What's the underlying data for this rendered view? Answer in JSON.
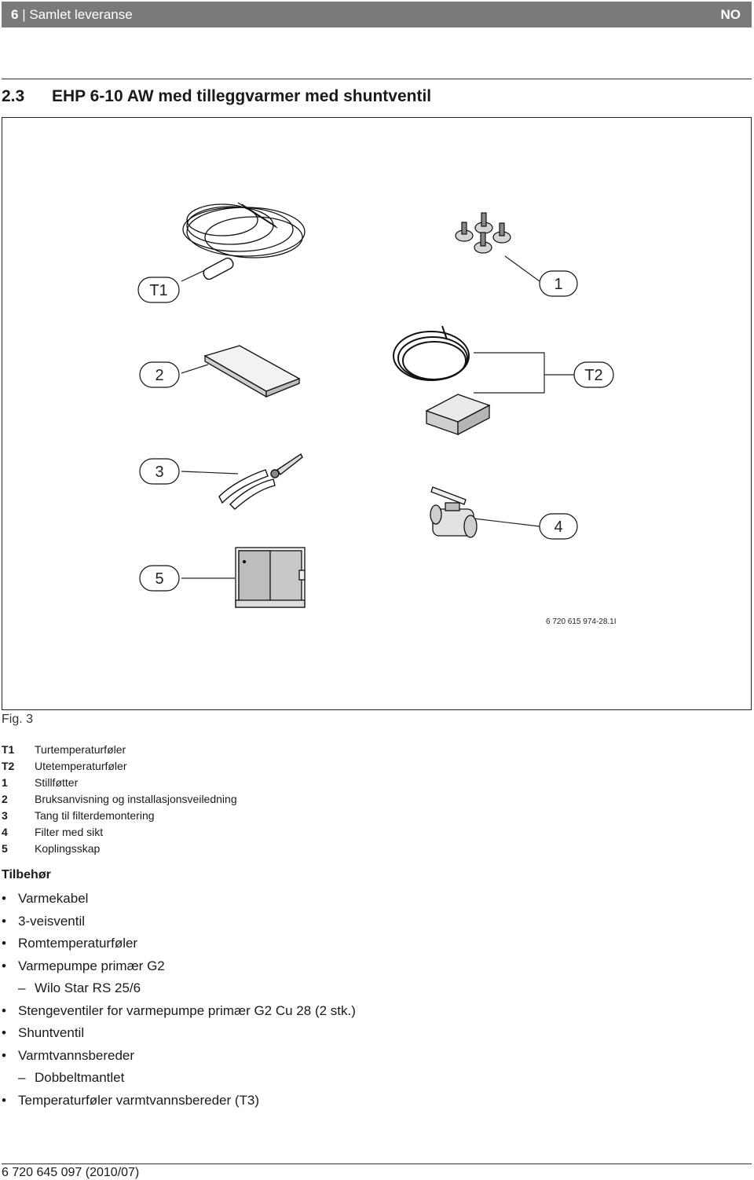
{
  "header": {
    "page_number": "6",
    "section": "Samlet leveranse",
    "language": "NO"
  },
  "section_title": {
    "number": "2.3",
    "text": "EHP 6-10 AW med tilleggvarmer med shuntventil"
  },
  "figure": {
    "callouts": {
      "t1": "T1",
      "c1": "1",
      "c2": "2",
      "t2": "T2",
      "c3": "3",
      "c4": "4",
      "c5": "5"
    },
    "code": "6 720 615 974-28.1I",
    "caption": "Fig. 3"
  },
  "legend": [
    {
      "key": "T1",
      "text": "Turtemperaturføler"
    },
    {
      "key": "T2",
      "text": "Utetemperaturføler"
    },
    {
      "key": "1",
      "text": "Stillføtter"
    },
    {
      "key": "2",
      "text": "Bruksanvisning og installasjonsveiledning"
    },
    {
      "key": "3",
      "text": "Tang til filterdemontering"
    },
    {
      "key": "4",
      "text": "Filter med sikt"
    },
    {
      "key": "5",
      "text": "Koplingsskap"
    }
  ],
  "accessories": {
    "title": "Tilbehør",
    "items": [
      "Varmekabel",
      "3-veisventil",
      "Romtemperaturføler",
      "Varmepumpe primær G2",
      "Wilo Star RS 25/6",
      "Stengeventiler for varmepumpe primær G2 Cu 28 (2 stk.)",
      "Shuntventil",
      "Varmtvannsbereder",
      "Dobbeltmantlet",
      "Temperaturføler varmtvannsbereder (T3)"
    ]
  },
  "footer": {
    "doc_number": "6 720 645 097 (2010/07)"
  }
}
